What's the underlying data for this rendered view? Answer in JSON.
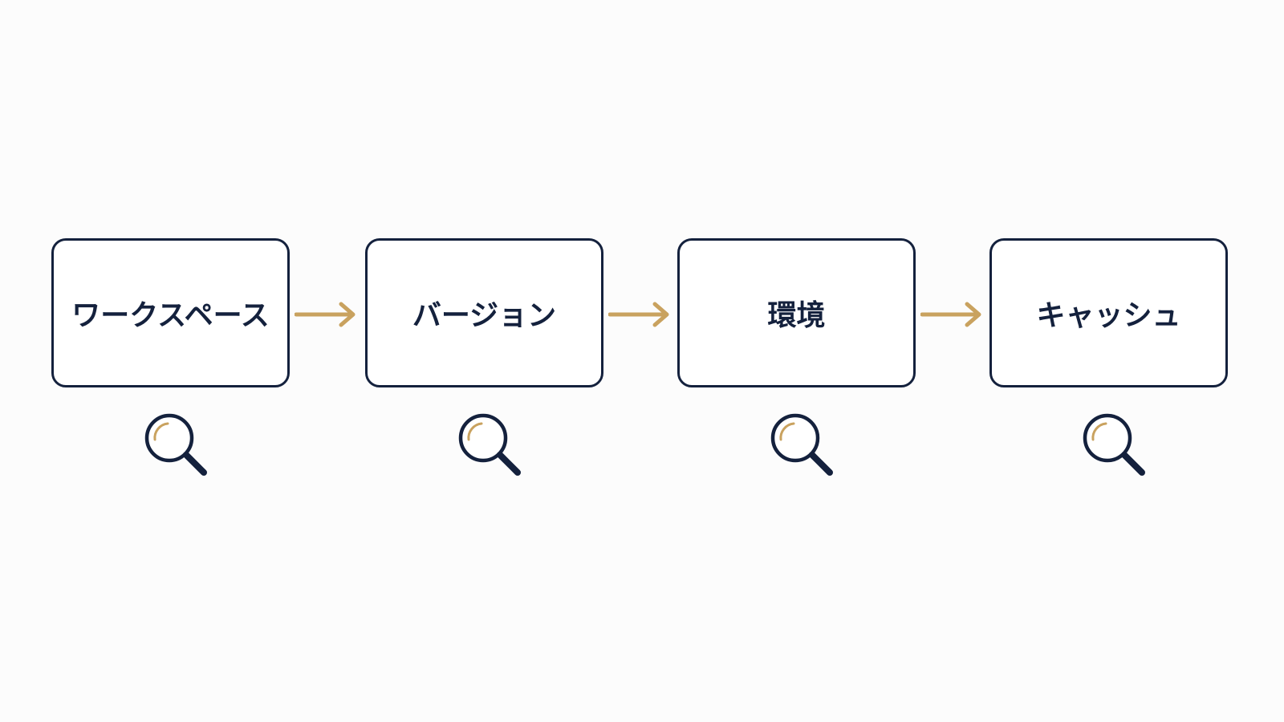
{
  "diagram": {
    "steps": [
      {
        "label": "ワークスペース",
        "icon": "search-icon"
      },
      {
        "label": "バージョン",
        "icon": "search-icon"
      },
      {
        "label": "環境",
        "icon": "search-icon"
      },
      {
        "label": "キャッシュ",
        "icon": "search-icon"
      }
    ],
    "connector": "arrow-right-icon"
  },
  "colors": {
    "box_border": "#14213d",
    "text": "#14213d",
    "arrow": "#c9a25f",
    "icon_ring": "#14213d",
    "icon_highlight": "#c9a25f",
    "background": "#fcfcfc"
  }
}
